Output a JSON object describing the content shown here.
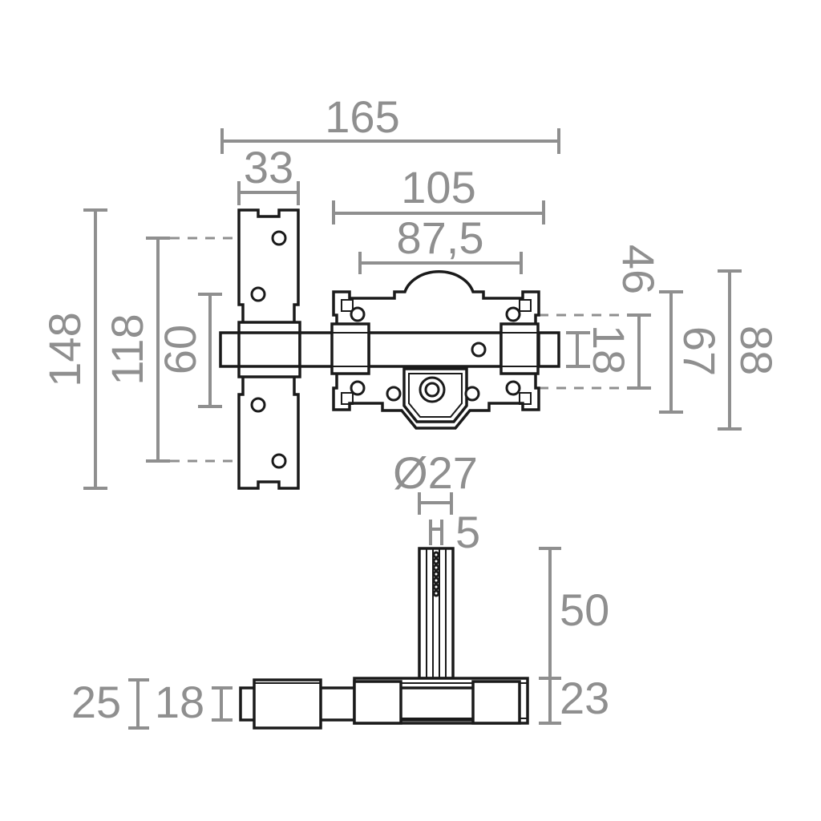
{
  "drawing": {
    "line_color": "#1a1a1a",
    "dimension_color": "#8f8f8f",
    "background": "#ffffff"
  },
  "dimensions": {
    "overall_width": "165",
    "plate_width": "33",
    "body_width": "105",
    "hole_spacing": "87,5",
    "plate_height": "148",
    "plate_hole_spacing": "118",
    "plate_inner_holes": "60",
    "bolt_height": "18",
    "body_height": "67",
    "overall_height": "88",
    "cylinder_offset": "46",
    "cylinder_diameter": "Ø27",
    "cam_thickness": "5",
    "cam_length": "50",
    "side_height_left": "25",
    "side_bolt_height": "18",
    "side_height_right": "23"
  }
}
